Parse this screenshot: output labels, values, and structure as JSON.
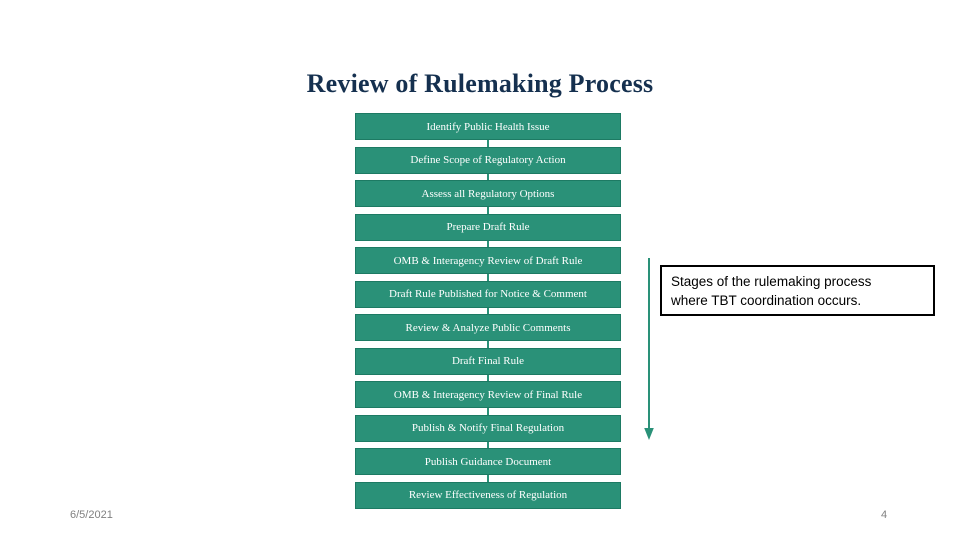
{
  "slide": {
    "title": "Review of Rulemaking Process",
    "background_color": "#ffffff",
    "title_color": "#15304f",
    "accent_color": "#2a9178"
  },
  "flowchart": {
    "box_fill_color": "#2a9178",
    "box_border_color": "#1d7a63",
    "box_text_color": "#ffffff",
    "steps": [
      {
        "label": "Identify Public Health Issue"
      },
      {
        "label": "Define Scope of Regulatory Action"
      },
      {
        "label": "Assess all Regulatory Options"
      },
      {
        "label": "Prepare Draft Rule"
      },
      {
        "label": "OMB & Interagency Review of Draft Rule"
      },
      {
        "label": "Draft Rule Published for Notice & Comment"
      },
      {
        "label": "Review & Analyze Public Comments"
      },
      {
        "label": "Draft Final Rule"
      },
      {
        "label": "OMB & Interagency Review of Final Rule"
      },
      {
        "label": "Publish & Notify Final Regulation"
      },
      {
        "label": "Publish Guidance Document"
      },
      {
        "label": "Review Effectiveness of Regulation"
      }
    ]
  },
  "annotation": {
    "arrow_color": "#2a9178",
    "arrow_direction": "down",
    "border_color": "#000000",
    "line1": "Stages of the rulemaking process",
    "line2": "where TBT coordination occurs."
  },
  "footer": {
    "date": "6/5/2021",
    "page_number": "4",
    "text_color": "#808080"
  }
}
